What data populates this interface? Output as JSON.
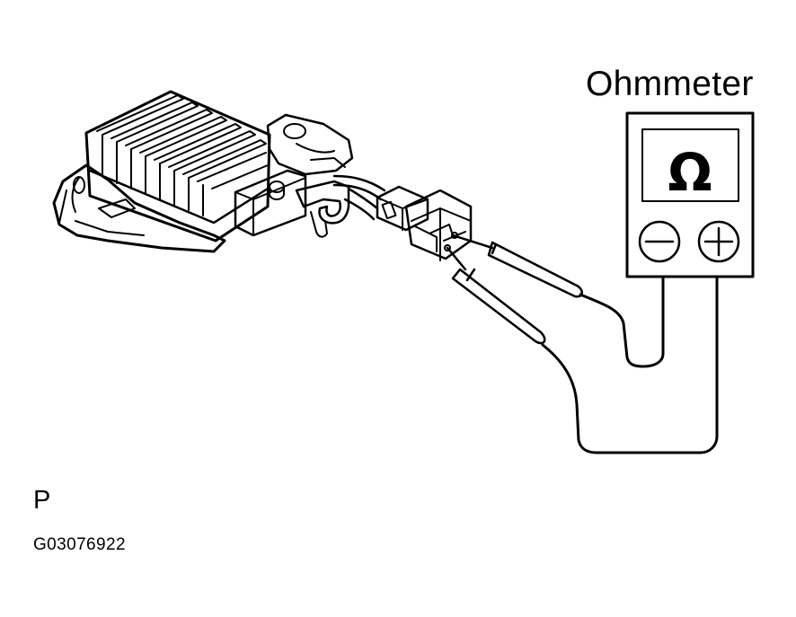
{
  "diagram": {
    "meter_label": "Ohmmeter",
    "view_label": "P",
    "figure_code": "G03076922",
    "meter_display_symbol": "Ω",
    "meter_terminals": [
      "−",
      "+"
    ]
  },
  "colors": {
    "line": "#000000",
    "background": "#ffffff"
  }
}
